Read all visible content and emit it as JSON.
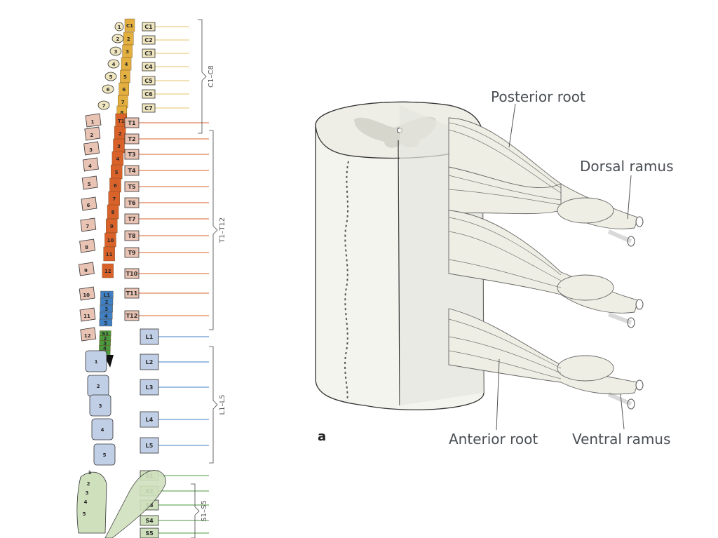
{
  "left_figure": {
    "vertebra_numbers_cervical": [
      "1",
      "2",
      "3",
      "4",
      "5",
      "6",
      "7"
    ],
    "vertebra_numbers_thoracic": [
      "1",
      "2",
      "3",
      "4",
      "5",
      "6",
      "7",
      "8",
      "9",
      "10",
      "11",
      "12"
    ],
    "vertebra_numbers_lumbar": [
      "1",
      "2",
      "3",
      "4",
      "5"
    ],
    "vertebra_numbers_sacral": [
      "1",
      "2",
      "3",
      "4",
      "5"
    ],
    "cord_cervical_labels": [
      "C1",
      "2",
      "3",
      "4",
      "5",
      "6",
      "7",
      "8"
    ],
    "cord_thoracic_labels": [
      "T1",
      "2",
      "3",
      "4",
      "5",
      "6",
      "7",
      "8",
      "9",
      "10",
      "11",
      "12"
    ],
    "cord_lumbar_labels": [
      "L1",
      "2",
      "3",
      "4",
      "5"
    ],
    "cord_sacral_labels": [
      "S1",
      "2",
      "3",
      "4",
      "5"
    ],
    "root_cervical": [
      "C1",
      "C2",
      "C3",
      "C4",
      "C5",
      "C6",
      "C7"
    ],
    "root_thoracic": [
      "T1",
      "T2",
      "T3",
      "T4",
      "T5",
      "T6",
      "T7",
      "T8",
      "T9",
      "T10",
      "T11",
      "T12"
    ],
    "root_lumbar": [
      "L1",
      "L2",
      "L3",
      "L4",
      "L5"
    ],
    "root_sacral": [
      "S1",
      "S2",
      "S3",
      "S4",
      "S5"
    ],
    "brackets": {
      "cervical": "C1–C8",
      "thoracic": "T1–T12",
      "lumbar": "L1–L5",
      "sacral": "S1–S5"
    },
    "colors": {
      "cervical": "#e3b040",
      "thoracic": "#d9622b",
      "lumbar": "#3f7fc4",
      "sacral": "#4b9a3e",
      "thoracic_bone": "#e9c3b3",
      "lumbar_bone": "#c1cfe6",
      "sacral_bone": "#cfe0bd",
      "cervical_bone": "#efe6bf"
    }
  },
  "right_figure": {
    "panel_letter": "a",
    "labels": {
      "posterior_root": "Posterior root",
      "dorsal_ramus": "Dorsal ramus",
      "anterior_root": "Anterior root",
      "ventral_ramus": "Ventral ramus"
    }
  }
}
